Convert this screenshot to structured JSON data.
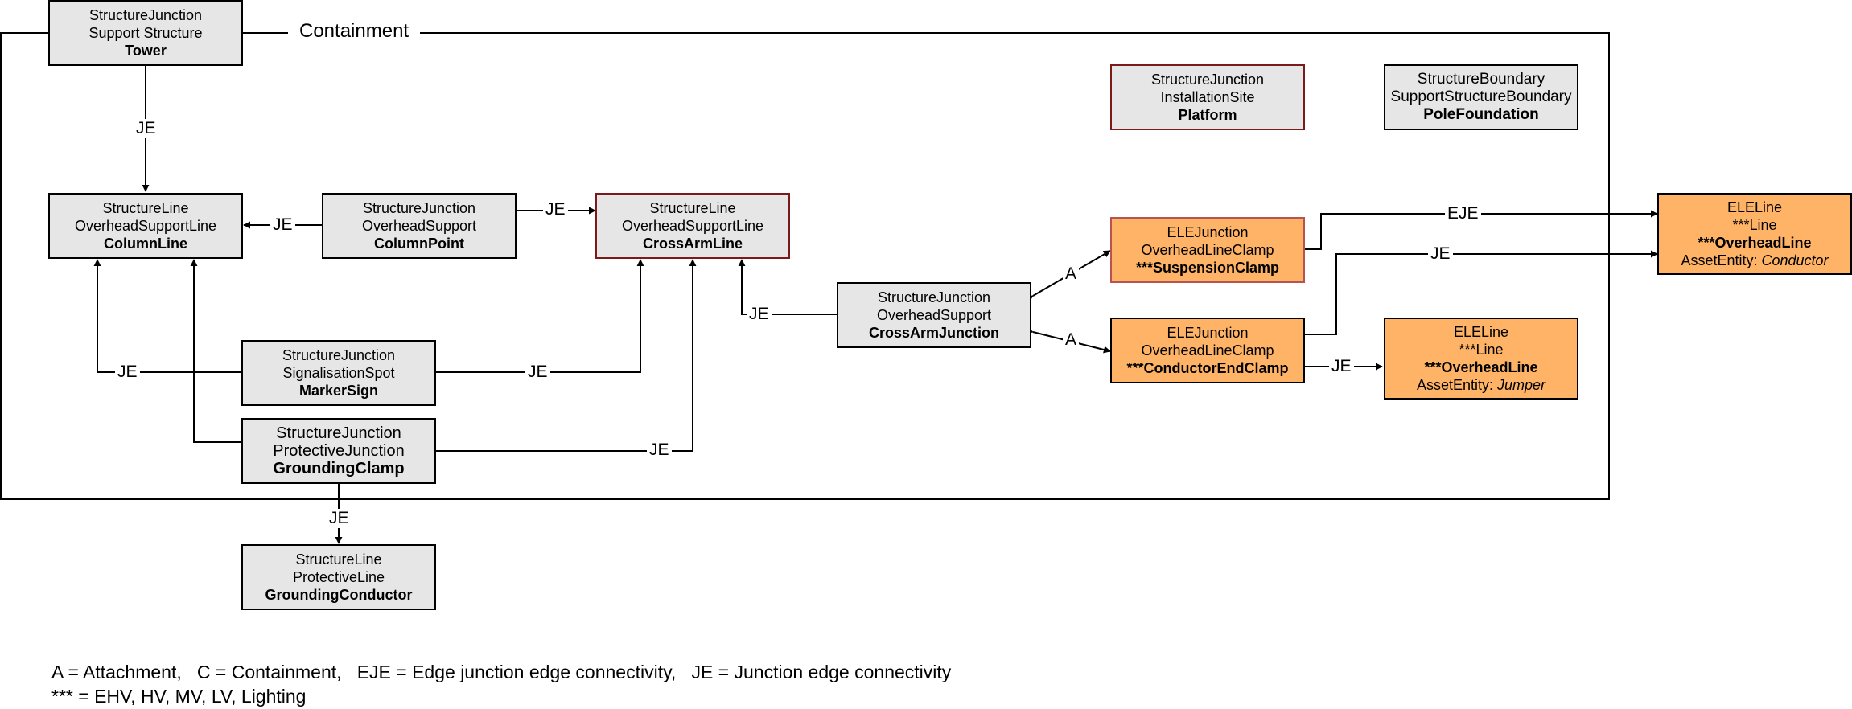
{
  "container": {
    "label": "Containment"
  },
  "nodes": {
    "tower": {
      "l1": "StructureJunction",
      "l2": "Support Structure",
      "l3": "Tower"
    },
    "columnline": {
      "l1": "StructureLine",
      "l2": "OverheadSupportLine",
      "l3": "ColumnLine"
    },
    "columnpoint": {
      "l1": "StructureJunction",
      "l2": "OverheadSupport",
      "l3": "ColumnPoint"
    },
    "crossarmline": {
      "l1": "StructureLine",
      "l2": "OverheadSupportLine",
      "l3": "CrossArmLine"
    },
    "crossarmjunction": {
      "l1": "StructureJunction",
      "l2": "OverheadSupport",
      "l3": "CrossArmJunction"
    },
    "markersign": {
      "l1": "StructureJunction",
      "l2": "SignalisationSpot",
      "l3": "MarkerSign"
    },
    "groundingclamp": {
      "l1": "StructureJunction",
      "l2": "ProtectiveJunction",
      "l3": "GroundingClamp"
    },
    "groundingconductor": {
      "l1": "StructureLine",
      "l2": "ProtectiveLine",
      "l3": "GroundingConductor"
    },
    "platform": {
      "l1": "StructureJunction",
      "l2": "InstallationSite",
      "l3": "Platform"
    },
    "polefoundation": {
      "l1": "StructureBoundary",
      "l2": "SupportStructureBoundary",
      "l3": "PoleFoundation"
    },
    "suspensionclamp": {
      "l1": "ELEJunction",
      "l2": "OverheadLineClamp",
      "l3": "***SuspensionClamp"
    },
    "conductorendclamp": {
      "l1": "ELEJunction",
      "l2": "OverheadLineClamp",
      "l3": "***ConductorEndClamp"
    },
    "jumper": {
      "l1": "ELELine",
      "l2": "***Line",
      "l3": "***OverheadLine",
      "l4a": "AssetEntity: ",
      "l4b": "Jumper"
    },
    "conductor": {
      "l1": "ELELine",
      "l2": "***Line",
      "l3": "***OverheadLine",
      "l4a": "AssetEntity: ",
      "l4b": "Conductor"
    }
  },
  "edge_labels": {
    "tower_columnline": "JE",
    "columnpoint_columnline": "JE",
    "columnpoint_crossarmline": "JE",
    "crossarmjunction_crossarmline": "JE",
    "markersign_columnline": "JE",
    "markersign_crossarmline": "JE",
    "groundingclamp_crossarmline": "JE",
    "groundingclamp_groundingconductor": "JE",
    "crossarmjunction_suspensionclamp": "A",
    "crossarmjunction_conductorendclamp": "A",
    "suspensionclamp_conductor": "EJE",
    "conductorendclamp_conductor": "JE",
    "conductorendclamp_jumper": "JE"
  },
  "legend": {
    "line1": "A = Attachment,   C = Containment,   EJE = Edge junction edge connectivity,   JE = Junction edge connectivity",
    "line2": "*** = EHV, HV, MV, LV, Lighting"
  }
}
